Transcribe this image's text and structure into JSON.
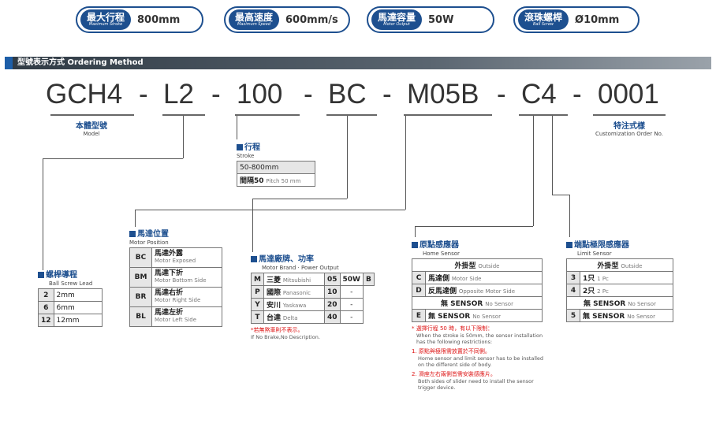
{
  "specs": [
    {
      "zh": "最大行程",
      "en": "Maximum Stroke",
      "value": "800mm"
    },
    {
      "zh": "最高速度",
      "en": "Maximum Speed",
      "value": "600mm/s"
    },
    {
      "zh": "馬達容量",
      "en": "Motor Output",
      "value": "50W"
    },
    {
      "zh": "滾珠螺桿",
      "en": "Ball Screw",
      "value": "Ø10mm"
    }
  ],
  "header": {
    "title": "型號表示方式 Ordering Method"
  },
  "code": {
    "p1": "GCH4",
    "p2": "L2",
    "p3": "100",
    "p4": "BC",
    "p5": "M05B",
    "p6": "C4",
    "p7": "0001",
    "sep": "-"
  },
  "body": {
    "zh": "本體型號",
    "en": "Model"
  },
  "custom": {
    "zh": "特注式樣",
    "en": "Customization Order No."
  },
  "stroke": {
    "zh": "行程",
    "en": "Stroke",
    "rows": [
      {
        "a": "50-800mm"
      },
      {
        "a": "間隔50",
        "b": "Pitch 50 mm"
      }
    ]
  },
  "lead": {
    "zh": "螺桿導程",
    "en": "Ball Screw Lead",
    "rows": [
      {
        "k": "2",
        "v": "2mm"
      },
      {
        "k": "6",
        "v": "6mm"
      },
      {
        "k": "12",
        "v": "12mm"
      }
    ]
  },
  "motorpos": {
    "zh": "馬達位置",
    "en": "Motor Position",
    "rows": [
      {
        "k": "BC",
        "zh": "馬達外露",
        "en": "Motor Exposed"
      },
      {
        "k": "BM",
        "zh": "馬達下折",
        "en": "Motor Bottom Side"
      },
      {
        "k": "BR",
        "zh": "馬達右折",
        "en": "Motor Right Side"
      },
      {
        "k": "BL",
        "zh": "馬達左折",
        "en": "Motor Left Side"
      }
    ]
  },
  "brand": {
    "zh": "馬達廠牌、功率",
    "en": "Motor Brand · Power Output",
    "rows": [
      {
        "k": "M",
        "zh": "三菱",
        "en": "Mitsubishi",
        "n": "05",
        "w": "50W",
        "x": "B"
      },
      {
        "k": "P",
        "zh": "國際",
        "en": "Panasonic",
        "n": "10",
        "w": "-"
      },
      {
        "k": "Y",
        "zh": "安川",
        "en": "Yaskawa",
        "n": "20",
        "w": "-"
      },
      {
        "k": "T",
        "zh": "台達",
        "en": "Delta",
        "n": "40",
        "w": "-"
      }
    ],
    "note_red": "*若無煞車則不表示。",
    "note": "If No Brake,No Description."
  },
  "home": {
    "zh": "原點感應器",
    "en": "Home Sensor",
    "head_zh": "外掛型",
    "head_en": "Outside",
    "rows": [
      {
        "k": "C",
        "zh": "馬達側",
        "en": "Motor Side"
      },
      {
        "k": "D",
        "zh": "反馬達側",
        "en": "Opposite Motor Side"
      }
    ],
    "none_zh": "無 SENSOR",
    "none_en": "No Sensor",
    "erow": {
      "k": "E",
      "zh": "無 SENSOR",
      "en": "No Sensor"
    },
    "n0r": "* 選擇行程 50 時，有以下限制：",
    "n0": "When the stroke is 50mm, the sensor installation has the following restrictions:",
    "n1r": "1. 原點與極限需放置於不同側。",
    "n1": "Home sensor and limit sensor has to be installed on the different side of body.",
    "n2r": "2. 滑座左右兩側皆需安裝感應片。",
    "n2": "Both sides of slider need to install the sensor trigger device."
  },
  "limit": {
    "zh": "端點極限感應器",
    "en": "Limit Sensor",
    "head_zh": "外掛型",
    "head_en": "Outside",
    "rows": [
      {
        "k": "3",
        "zh": "1只",
        "en": "1 Pc"
      },
      {
        "k": "4",
        "zh": "2只",
        "en": "2 Pc"
      }
    ],
    "none_zh": "無 SENSOR",
    "none_en": "No Sensor",
    "erow": {
      "k": "5",
      "zh": "無 SENSOR",
      "en": "No Sensor"
    }
  }
}
